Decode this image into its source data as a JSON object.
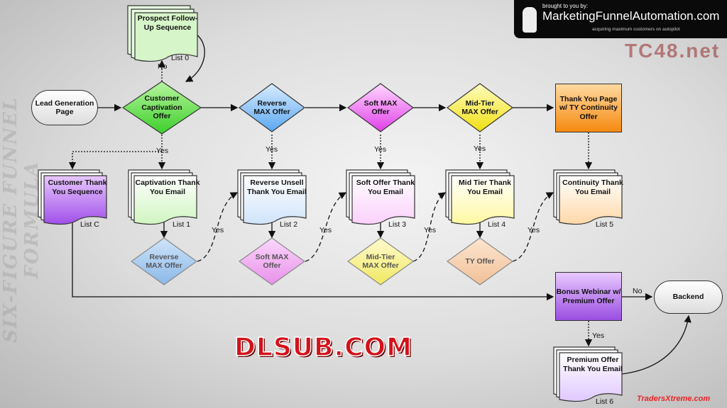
{
  "watermarks": {
    "side": "SIX-FIGURE FUNNEL FORMULA",
    "overlay": "DLSUB.COM",
    "footer": "TradersXtreme.com",
    "logo_brought": "brought to you by:",
    "logo_name": "MarketingFunnelAutomation.com",
    "logo_tag": "acquiring maximum customers on autopilot",
    "logo_overlay": "TC48.net"
  },
  "nodes": {
    "prospect": "Prospect Follow-Up Sequence",
    "lead": "Lead Generation Page",
    "captivation": "Customer Captivation Offer",
    "reverse_max": "Reverse MAX Offer",
    "soft_max": "Soft MAX Offer",
    "midtier_max": "Mid-Tier MAX Offer",
    "typage": "Thank You Page w/ TY Continuity Offer",
    "cust_ty": "Customer Thank You Sequence",
    "capt_ty": "Captivation Thank You Email",
    "rev_ty": "Reverse Unsell Thank You Email",
    "soft_ty": "Soft Offer Thank You Email",
    "mid_ty": "Mid Tier Thank You Email",
    "cont_ty": "Continuity Thank You Email",
    "d_reverse": "Reverse MAX Offer",
    "d_soft": "Soft MAX Offer",
    "d_mid": "Mid-Tier MAX Offer",
    "d_ty": "TY Offer",
    "bonus": "Bonus Webinar w/ Premium Offer",
    "backend": "Backend",
    "premium_ty": "Premium Offer Thank You Email"
  },
  "lists": [
    "List 0",
    "List C",
    "List 1",
    "List 2",
    "List 3",
    "List 4",
    "List 5",
    "List 6"
  ],
  "labels": {
    "no": "No",
    "yes": "Yes"
  }
}
